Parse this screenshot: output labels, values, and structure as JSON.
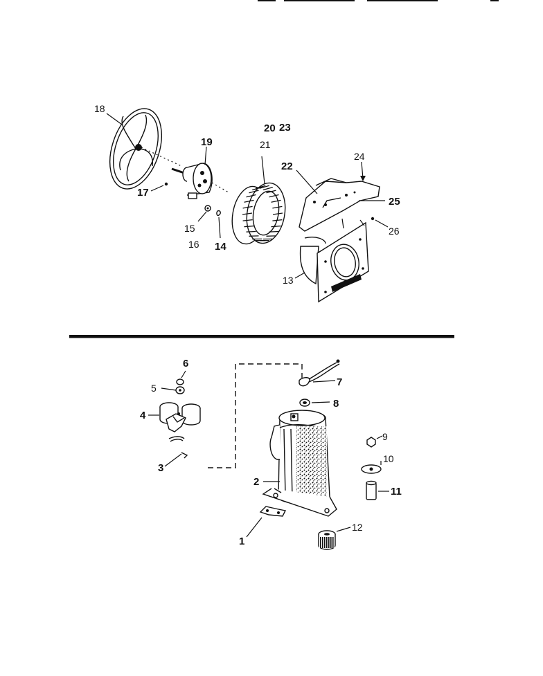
{
  "diagram": {
    "upper_labels": [
      "18",
      "19",
      "20",
      "23",
      "21",
      "22",
      "24",
      "25",
      "17",
      "15",
      "16",
      "14",
      "26",
      "13"
    ],
    "lower_labels": [
      "6",
      "5",
      "4",
      "3",
      "7",
      "8",
      "2",
      "1",
      "9",
      "10",
      "11",
      "12"
    ]
  }
}
